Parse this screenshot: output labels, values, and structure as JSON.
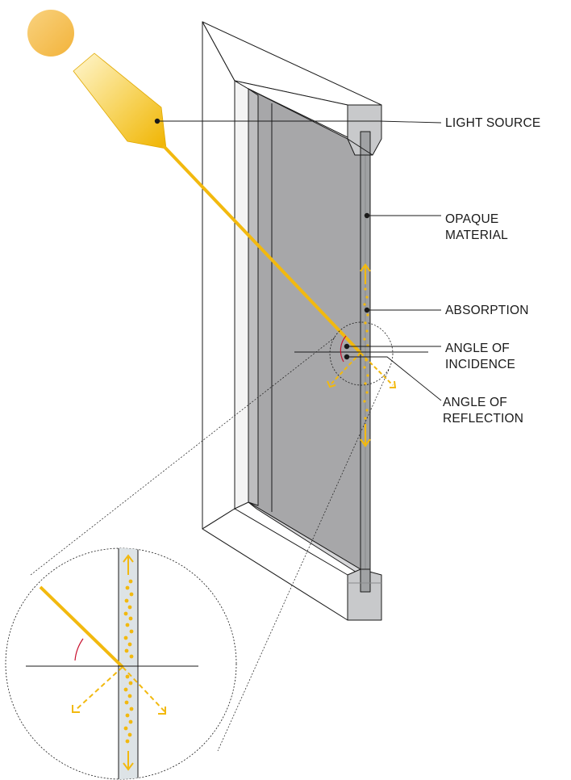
{
  "labels": {
    "light_source": "LIGHT SOURCE",
    "opaque_material_line1": "OPAQUE",
    "opaque_material_line2": "MATERIAL",
    "absorption": "ABSORPTION",
    "angle_of_incidence_line1": "ANGLE OF",
    "angle_of_incidence_line2": "INCIDENCE",
    "angle_of_reflection_line1": "ANGLE OF",
    "angle_of_reflection_line2": "REFLECTION"
  },
  "colors": {
    "sun": "#f5c15c",
    "beam": "#f2b90f",
    "glass": "#a7a7a9",
    "frame_stroke": "#1a1a1a",
    "arrows": "#f2b90f",
    "angle_arc": "#c8102e",
    "zoom_glass": "#dde3e6"
  },
  "icons": {
    "sun": "sun-icon",
    "lamp": "lamp-icon"
  }
}
